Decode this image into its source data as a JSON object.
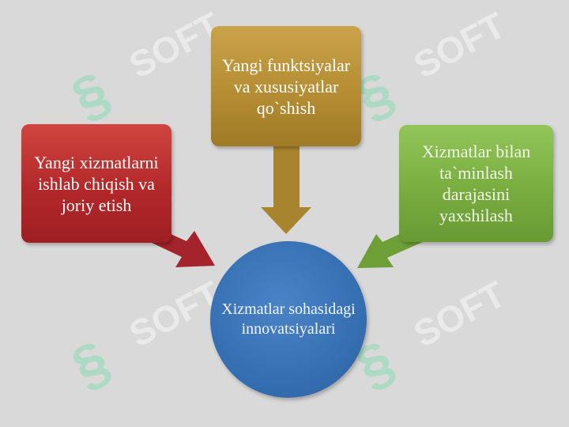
{
  "diagram": {
    "center": {
      "label": "Xizmatlar sohasidagi innovatsiyalari"
    },
    "boxes": [
      {
        "label": "Yangi xizmatlarni ishlab chiqish va joriy etish",
        "color": "#b3282a"
      },
      {
        "label": "Yangi funktsiyalar va xususiyatlar qo`shish",
        "color": "#b58d33"
      },
      {
        "label": "Xizmatlar bilan ta`minlash darajasini yaxshilash",
        "color": "#79ad3f"
      }
    ],
    "center_color": "#3670b3"
  },
  "watermark": {
    "text": "SOFT",
    "icon": "dollar-logo-icon"
  }
}
